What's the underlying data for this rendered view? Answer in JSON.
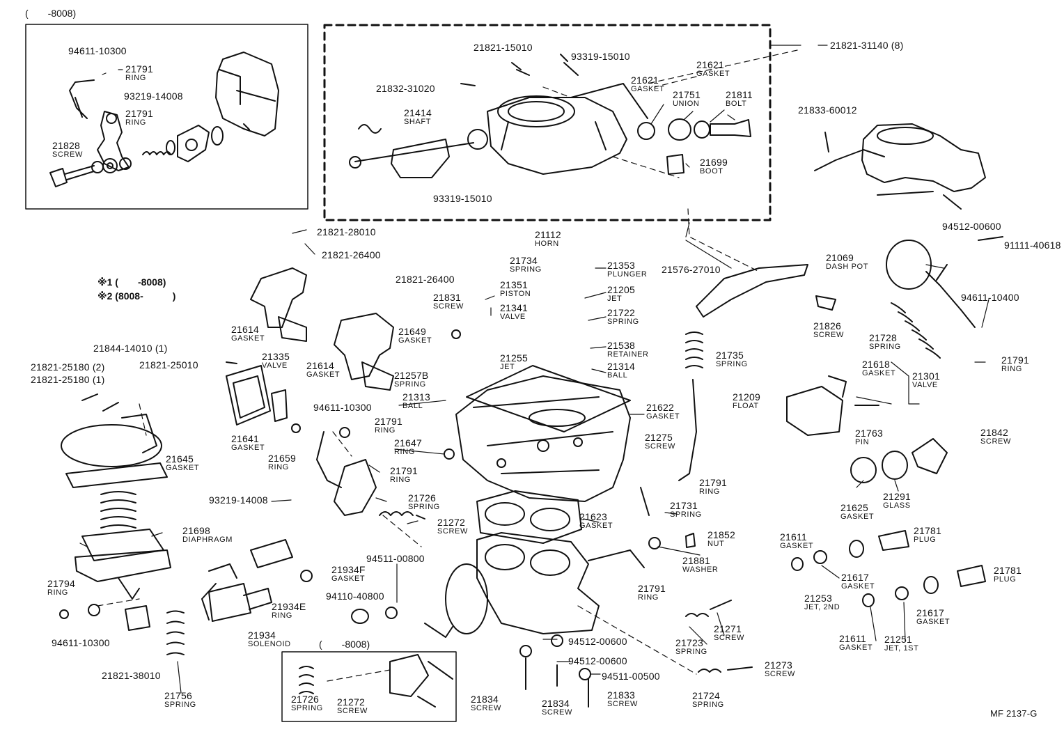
{
  "figure_code": "MF 2137-G",
  "notes": {
    "inset_left_range": "(　　-8008)",
    "inset_bottom_range": "(　　-8008)",
    "mark1": "※1 (　　-8008)",
    "mark2": "※2 (8008-　　　)"
  },
  "parts": [
    {
      "id": "p01",
      "num": "94611-10300",
      "name": ""
    },
    {
      "id": "p02",
      "num": "21791",
      "name": "RING"
    },
    {
      "id": "p03",
      "num": "93219-14008",
      "name": ""
    },
    {
      "id": "p04",
      "num": "21791",
      "name": "RING"
    },
    {
      "id": "p05",
      "num": "21828",
      "name": "SCREW"
    },
    {
      "id": "p06",
      "num": "21821-15010",
      "name": ""
    },
    {
      "id": "p07",
      "num": "93319-15010",
      "name": ""
    },
    {
      "id": "p08",
      "num": "21832-31020",
      "name": ""
    },
    {
      "id": "p09",
      "num": "21414",
      "name": "SHAFT"
    },
    {
      "id": "p10",
      "num": "93319-15010",
      "name": ""
    },
    {
      "id": "p11",
      "num": "21621",
      "name": "GASKET"
    },
    {
      "id": "p12",
      "num": "21621",
      "name": "GASKET"
    },
    {
      "id": "p13",
      "num": "21751",
      "name": "UNION"
    },
    {
      "id": "p14",
      "num": "21811",
      "name": "BOLT"
    },
    {
      "id": "p15",
      "num": "21699",
      "name": "BOOT"
    },
    {
      "id": "p16",
      "num": "21821-31140 (8)",
      "name": ""
    },
    {
      "id": "p17",
      "num": "21833-60012",
      "name": ""
    },
    {
      "id": "p18",
      "num": "21821-28010",
      "name": ""
    },
    {
      "id": "p19",
      "num": "21821-26400",
      "name": ""
    },
    {
      "id": "p20",
      "num": "21112",
      "name": "HORN"
    },
    {
      "id": "p21",
      "num": "21734",
      "name": "SPRING"
    },
    {
      "id": "p22",
      "num": "21353",
      "name": "PLUNGER"
    },
    {
      "id": "p23",
      "num": "21821-26400",
      "name": ""
    },
    {
      "id": "p24",
      "num": "21351",
      "name": "PISTON"
    },
    {
      "id": "p25",
      "num": "21831",
      "name": "SCREW"
    },
    {
      "id": "p26",
      "num": "21205",
      "name": "JET"
    },
    {
      "id": "p27",
      "num": "21722",
      "name": "SPRING"
    },
    {
      "id": "p28",
      "num": "21341",
      "name": "VALVE"
    },
    {
      "id": "p29",
      "num": "21538",
      "name": "RETAINER"
    },
    {
      "id": "p30",
      "num": "21255",
      "name": "JET"
    },
    {
      "id": "p31",
      "num": "21314",
      "name": "BALL"
    },
    {
      "id": "p32",
      "num": "21576-27010",
      "name": ""
    },
    {
      "id": "p33",
      "num": "21735",
      "name": "SPRING"
    },
    {
      "id": "p34",
      "num": "94512-00600",
      "name": ""
    },
    {
      "id": "p35",
      "num": "91111-40618",
      "name": ""
    },
    {
      "id": "p36",
      "num": "21069",
      "name": "DASH POT"
    },
    {
      "id": "p37",
      "num": "94611-10400",
      "name": ""
    },
    {
      "id": "p38",
      "num": "21826",
      "name": "SCREW"
    },
    {
      "id": "p39",
      "num": "21728",
      "name": "SPRING"
    },
    {
      "id": "p40",
      "num": "21791",
      "name": "RING"
    },
    {
      "id": "p41",
      "num": "21614",
      "name": "GASKET"
    },
    {
      "id": "p42",
      "num": "21649",
      "name": "GASKET"
    },
    {
      "id": "p43",
      "num": "21844-14010 (1)",
      "name": ""
    },
    {
      "id": "p44",
      "num": "21821-25180 (2)",
      "name": ""
    },
    {
      "id": "p45",
      "num": "21821-25180 (1)",
      "name": ""
    },
    {
      "id": "p46",
      "num": "21821-25010",
      "name": ""
    },
    {
      "id": "p47",
      "num": "21335",
      "name": "VALVE"
    },
    {
      "id": "p48",
      "num": "21614",
      "name": "GASKET"
    },
    {
      "id": "p49",
      "num": "21257B",
      "name": "SPRING"
    },
    {
      "id": "p50",
      "num": "21313",
      "name": "BALL"
    },
    {
      "id": "p51",
      "num": "21622",
      "name": "GASKET"
    },
    {
      "id": "p52",
      "num": "21618",
      "name": "GASKET"
    },
    {
      "id": "p53",
      "num": "21301",
      "name": "VALVE"
    },
    {
      "id": "p54",
      "num": "21209",
      "name": "FLOAT"
    },
    {
      "id": "p55",
      "num": "21763",
      "name": "PIN"
    },
    {
      "id": "p56",
      "num": "21842",
      "name": "SCREW"
    },
    {
      "id": "p57",
      "num": "94611-10300",
      "name": ""
    },
    {
      "id": "p58",
      "num": "21791",
      "name": "RING"
    },
    {
      "id": "p59",
      "num": "21641",
      "name": "GASKET"
    },
    {
      "id": "p60",
      "num": "21647",
      "name": "RING"
    },
    {
      "id": "p61",
      "num": "21659",
      "name": "RING"
    },
    {
      "id": "p62",
      "num": "21645",
      "name": "GASKET"
    },
    {
      "id": "p63",
      "num": "21791",
      "name": "RING"
    },
    {
      "id": "p64",
      "num": "21275",
      "name": "SCREW"
    },
    {
      "id": "p65",
      "num": "21791",
      "name": "RING"
    },
    {
      "id": "p66",
      "num": "21625",
      "name": "GASKET"
    },
    {
      "id": "p67",
      "num": "21291",
      "name": "GLASS"
    },
    {
      "id": "p68",
      "num": "93219-14008",
      "name": ""
    },
    {
      "id": "p69",
      "num": "21726",
      "name": "SPRING"
    },
    {
      "id": "p70",
      "num": "21731",
      "name": "SPRING"
    },
    {
      "id": "p71",
      "num": "21272",
      "name": "SCREW"
    },
    {
      "id": "p72",
      "num": "21623",
      "name": "GASKET"
    },
    {
      "id": "p73",
      "num": "21698",
      "name": "DIAPHRAGM"
    },
    {
      "id": "p74",
      "num": "21852",
      "name": "NUT"
    },
    {
      "id": "p75",
      "num": "21611",
      "name": "GASKET"
    },
    {
      "id": "p76",
      "num": "21781",
      "name": "PLUG"
    },
    {
      "id": "p77",
      "num": "94511-00800",
      "name": ""
    },
    {
      "id": "p78",
      "num": "21881",
      "name": "WASHER"
    },
    {
      "id": "p79",
      "num": "21934F",
      "name": "GASKET"
    },
    {
      "id": "p80",
      "num": "21794",
      "name": "RING"
    },
    {
      "id": "p81",
      "num": "21934E",
      "name": "RING"
    },
    {
      "id": "p82",
      "num": "94110-40800",
      "name": ""
    },
    {
      "id": "p83",
      "num": "21791",
      "name": "RING"
    },
    {
      "id": "p84",
      "num": "21617",
      "name": "GASKET"
    },
    {
      "id": "p85",
      "num": "21253",
      "name": "JET, 2ND"
    },
    {
      "id": "p86",
      "num": "21781",
      "name": "PLUG"
    },
    {
      "id": "p87",
      "num": "21934",
      "name": "SOLENOID"
    },
    {
      "id": "p88",
      "num": "21271",
      "name": "SCREW"
    },
    {
      "id": "p89",
      "num": "94611-10300",
      "name": ""
    },
    {
      "id": "p90",
      "num": "21723",
      "name": "SPRING"
    },
    {
      "id": "p91",
      "num": "21617",
      "name": "GASKET"
    },
    {
      "id": "p92",
      "num": "94512-00600",
      "name": ""
    },
    {
      "id": "p93",
      "num": "21611",
      "name": "GASKET"
    },
    {
      "id": "p94",
      "num": "21251",
      "name": "JET, 1ST"
    },
    {
      "id": "p95",
      "num": "21821-38010",
      "name": ""
    },
    {
      "id": "p96",
      "num": "94512-00600",
      "name": ""
    },
    {
      "id": "p97",
      "num": "21273",
      "name": "SCREW"
    },
    {
      "id": "p98",
      "num": "94511-00500",
      "name": ""
    },
    {
      "id": "p99",
      "num": "21756",
      "name": "SPRING"
    },
    {
      "id": "p100",
      "num": "21726",
      "name": "SPRING"
    },
    {
      "id": "p101",
      "num": "21272",
      "name": "SCREW"
    },
    {
      "id": "p102",
      "num": "21834",
      "name": "SCREW"
    },
    {
      "id": "p103",
      "num": "21834",
      "name": "SCREW"
    },
    {
      "id": "p104",
      "num": "21833",
      "name": "SCREW"
    },
    {
      "id": "p105",
      "num": "21724",
      "name": "SPRING"
    }
  ],
  "marks": {
    "m1": "※1",
    "m2": "※2"
  }
}
